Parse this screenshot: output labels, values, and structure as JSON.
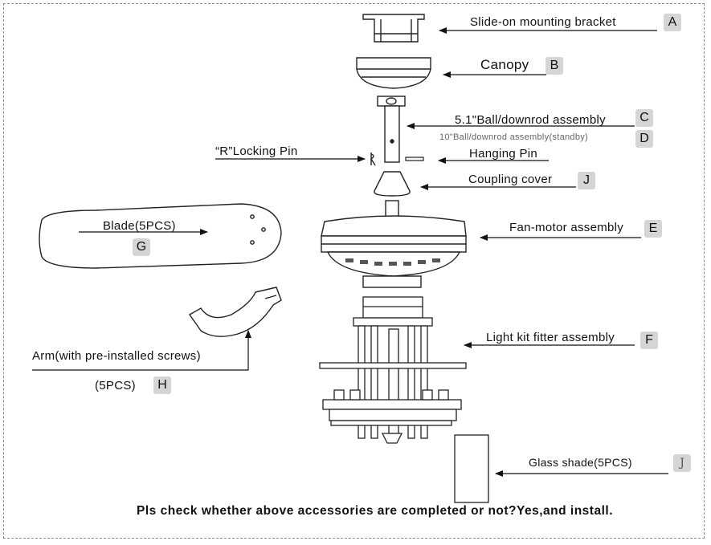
{
  "parts": [
    {
      "id": "mounting-bracket",
      "label": "Slide-on  mounting  bracket",
      "badge": "A"
    },
    {
      "id": "canopy",
      "label": "Canopy",
      "badge": "B"
    },
    {
      "id": "downrod",
      "label": "5.1\"Ball/downrod assembly",
      "badge": "C"
    },
    {
      "id": "downrod-standby",
      "label": "10\"Ball/downrod assembly(standby)",
      "badge": "D"
    },
    {
      "id": "hanging-pin",
      "label": "Hanging Pin"
    },
    {
      "id": "locking-pin",
      "label": "“R”Locking Pin"
    },
    {
      "id": "coupling-cover",
      "label": "Coupling cover",
      "badge": "J"
    },
    {
      "id": "blade",
      "label": "Blade(5PCS)",
      "badge": "G"
    },
    {
      "id": "fan-motor",
      "label": "Fan-motor assembly",
      "badge": "E"
    },
    {
      "id": "arm",
      "label": "Arm(with pre-installed screws)",
      "sublabel": "(5PCS)",
      "badge": "H"
    },
    {
      "id": "light-kit",
      "label": "Light kit fitter assembly",
      "badge": "F"
    },
    {
      "id": "glass-shade",
      "label": "Glass  shade(5PCS)",
      "badge": "J"
    }
  ],
  "footer": "Pls check whether above accessories are completed or not?Yes,and install."
}
